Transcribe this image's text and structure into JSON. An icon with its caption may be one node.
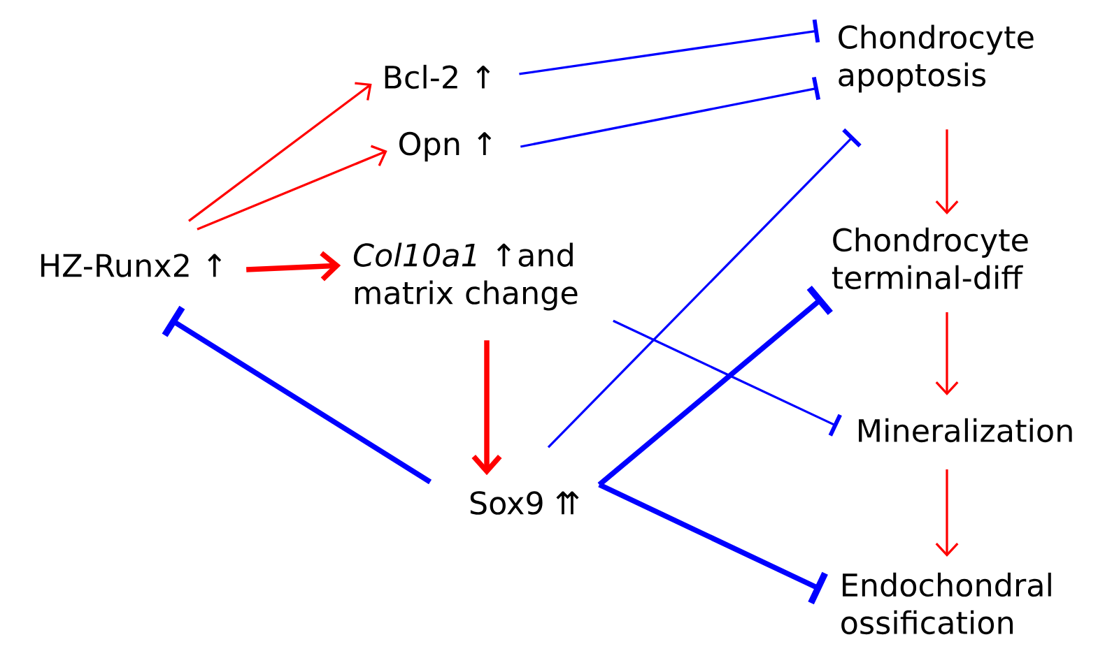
{
  "diagram": {
    "nodes": [
      {
        "text": [
          "HZ-Runx2 ↑"
        ]
      },
      {
        "text": [
          "Bcl-2 ↑"
        ]
      },
      {
        "text": [
          "Opn ↑"
        ]
      },
      {
        "text": [
          "*Col10a1* ↑and matrix change"
        ]
      },
      {
        "text": [
          "Sox9 ⇈"
        ]
      },
      {
        "text": [
          "Chondrocyte apoptosis"
        ]
      },
      {
        "text": [
          "Chondrocyte terminal-diff"
        ]
      },
      {
        "text": [
          "Mineralization"
        ]
      },
      {
        "text": [
          "Endochondral ossification"
        ]
      }
    ],
    "edges": [
      {
        "from": 0,
        "to": 1,
        "arrow": "to",
        "color": "#ff0000"
      },
      {
        "from": 0,
        "to": 2,
        "arrow": "to",
        "color": "#ff0000"
      },
      {
        "from": 0,
        "to": 3,
        "arrow": "to",
        "style": "thick",
        "color": "#ff0000"
      },
      {
        "from": 3,
        "to": 4,
        "arrow": "to",
        "style": "thick",
        "color": "#ff0000"
      },
      {
        "from": 4,
        "to": 0,
        "arrow": "other",
        "style": "thick",
        "color": "#0000ff"
      },
      {
        "from": 1,
        "to": 5,
        "arrow": "other",
        "color": "#0000ff"
      },
      {
        "from": 2,
        "to": 5,
        "arrow": "other",
        "color": "#0000ff"
      },
      {
        "from": 4,
        "to": 5,
        "arrow": "other",
        "color": "#0000ff"
      },
      {
        "from": 3,
        "to": 7,
        "arrow": "other",
        "color": "#0000ff"
      },
      {
        "from": 4,
        "to": 6,
        "arrow": "other",
        "style": "thick",
        "color": "#0000ff"
      },
      {
        "from": 4,
        "to": 8,
        "arrow": "other",
        "style": "thick",
        "color": "#0000ff"
      },
      {
        "from": 5,
        "to": 6,
        "arrow": "to",
        "color": "#ff0000"
      },
      {
        "from": 6,
        "to": 7,
        "arrow": "to",
        "color": "#ff0000"
      },
      {
        "from": 7,
        "to": 8,
        "arrow": "to",
        "color": "#ff0000"
      }
    ]
  }
}
